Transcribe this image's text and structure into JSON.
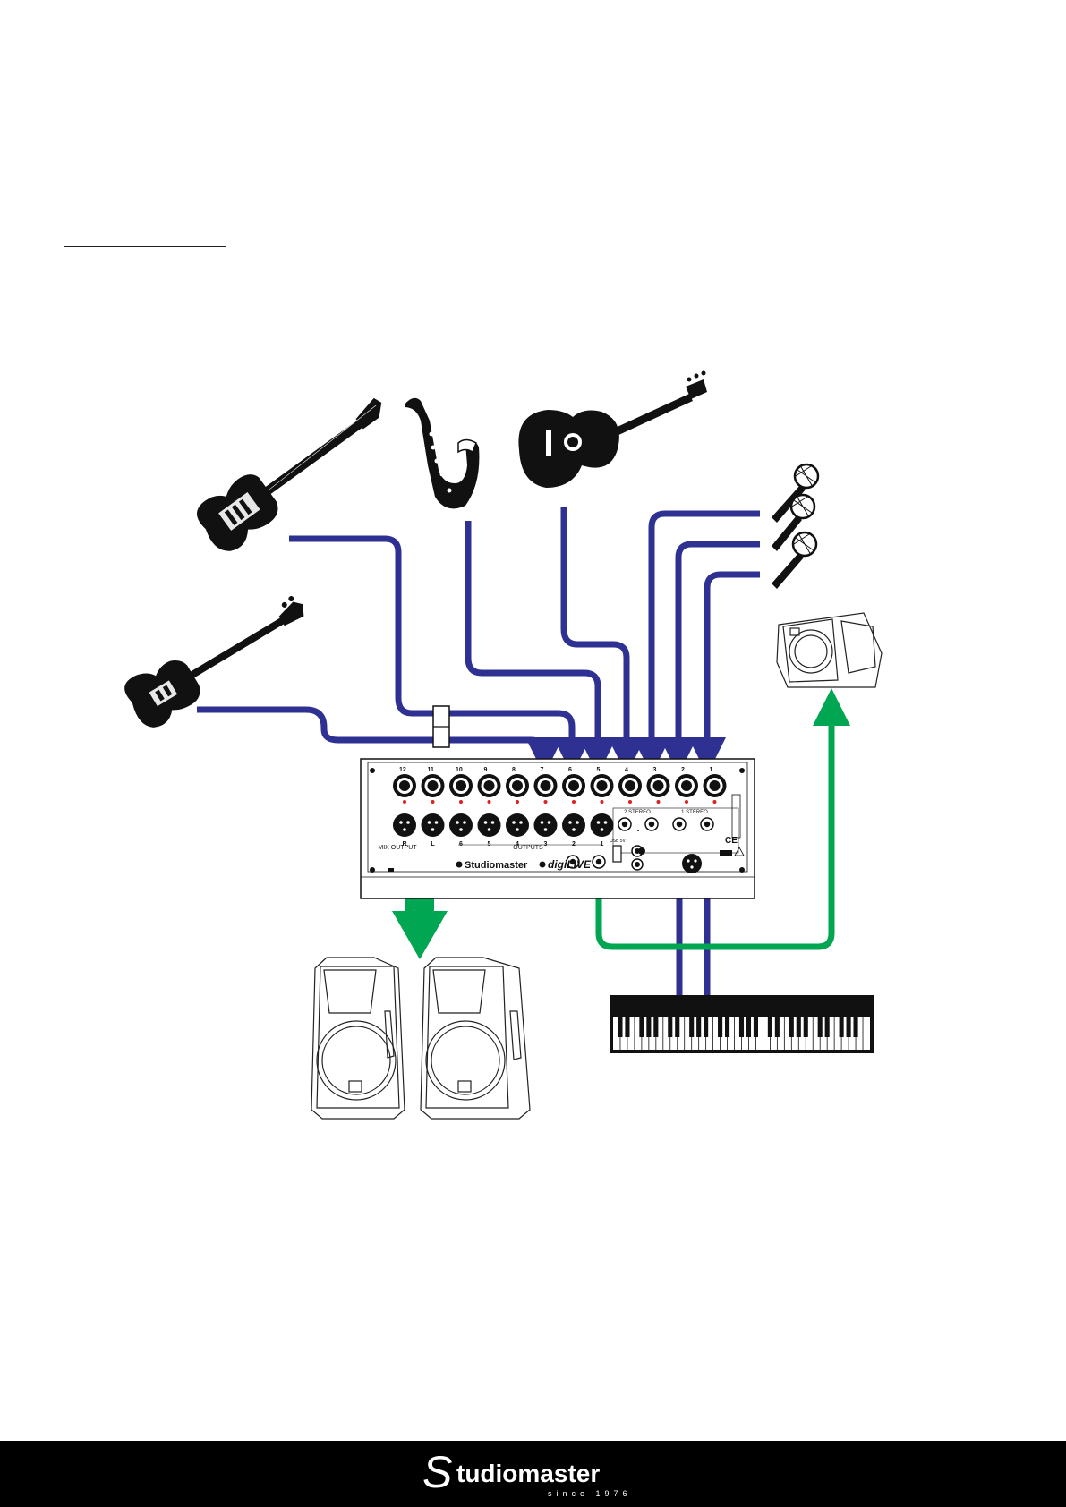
{
  "colors": {
    "input_cable": "#2e3192",
    "output_cable": "#00a651",
    "instrument": "#111111",
    "footer_bg": "#000000",
    "footer_text": "#ffffff"
  },
  "mixer": {
    "brand": "Studiomaster",
    "model": "digiLIVE",
    "input_numbers": [
      "12",
      "11",
      "10",
      "9",
      "8",
      "7",
      "6",
      "5",
      "4",
      "3",
      "2",
      "1"
    ],
    "output_numbers": [
      "R",
      "L",
      "6",
      "5",
      "4",
      "3",
      "2",
      "1"
    ],
    "mix_output_label": "MIX OUTPUT",
    "outputs_label": "OUTPUTS",
    "stereo2_label": "2 STEREO",
    "stereo1_label": "1 STEREO",
    "usb_label": "USB 5V",
    "ce_mark": "CE"
  },
  "footer": {
    "logo_text": "tudiomaster",
    "logo_initial": "S",
    "tagline": "since 1976"
  }
}
